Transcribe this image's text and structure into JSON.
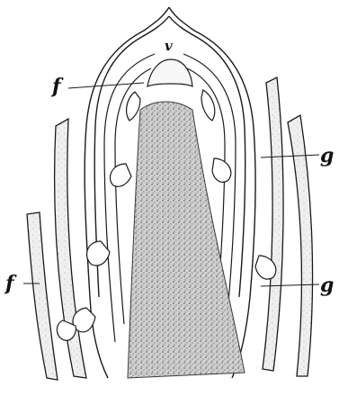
{
  "figure": {
    "labels": {
      "v": "v",
      "f_upper": "f",
      "f_lower": "f",
      "g_upper": "g",
      "g_lower": "g"
    },
    "colors": {
      "ink": "#1a1a1a",
      "tissue_fill": "#f2f2f2",
      "stipple": "#8a8a8a",
      "background": "#ffffff"
    }
  }
}
